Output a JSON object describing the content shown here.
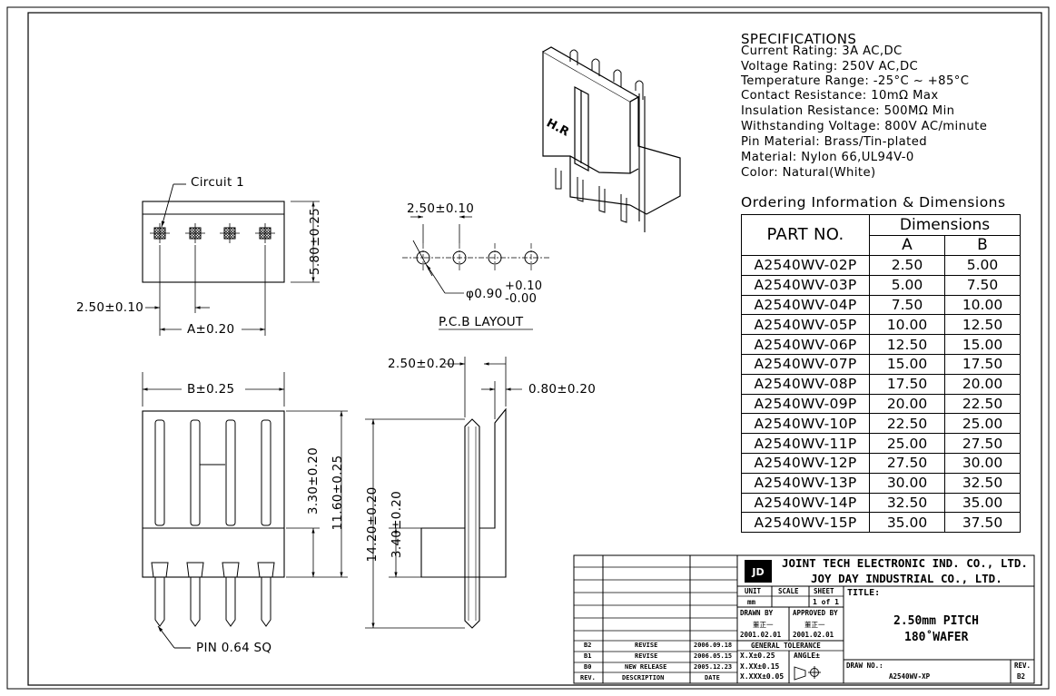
{
  "specifications": {
    "title": "SPECIFICATIONS",
    "lines": [
      "Current  Rating:  3A  AC,DC",
      "Voltage  Rating:  250V  AC,DC",
      "Temperature  Range:  -25°C  ~  +85°C",
      "Contact  Resistance:  10mΩ  Max",
      "Insulation  Resistance:  500MΩ  Min",
      "Withstanding  Voltage:  800V  AC/minute",
      "Pin  Material:  Brass/Tin-plated",
      "Material:  Nylon  66,UL94V-0",
      "Color:  Natural(White)"
    ]
  },
  "ordering": {
    "title": "Ordering  Information  &  Dimensions",
    "part_header": "PART  NO.",
    "dim_header": "Dimensions",
    "col_a": "A",
    "col_b": "B",
    "rows": [
      {
        "part": "A2540WV-02P",
        "a": "2.50",
        "b": "5.00"
      },
      {
        "part": "A2540WV-03P",
        "a": "5.00",
        "b": "7.50"
      },
      {
        "part": "A2540WV-04P",
        "a": "7.50",
        "b": "10.00"
      },
      {
        "part": "A2540WV-05P",
        "a": "10.00",
        "b": "12.50"
      },
      {
        "part": "A2540WV-06P",
        "a": "12.50",
        "b": "15.00"
      },
      {
        "part": "A2540WV-07P",
        "a": "15.00",
        "b": "17.50"
      },
      {
        "part": "A2540WV-08P",
        "a": "17.50",
        "b": "20.00"
      },
      {
        "part": "A2540WV-09P",
        "a": "20.00",
        "b": "22.50"
      },
      {
        "part": "A2540WV-10P",
        "a": "22.50",
        "b": "25.00"
      },
      {
        "part": "A2540WV-11P",
        "a": "25.00",
        "b": "27.50"
      },
      {
        "part": "A2540WV-12P",
        "a": "27.50",
        "b": "30.00"
      },
      {
        "part": "A2540WV-13P",
        "a": "30.00",
        "b": "32.50"
      },
      {
        "part": "A2540WV-14P",
        "a": "32.50",
        "b": "35.00"
      },
      {
        "part": "A2540WV-15P",
        "a": "35.00",
        "b": "37.50"
      }
    ]
  },
  "drawing": {
    "circuit_label": "Circuit  1",
    "top_height_dim": "5.80±0.25",
    "top_pitch_dim": "2.50±0.10",
    "top_a_dim": "A±0.20",
    "pcb_pitch_dim": "2.50±0.10",
    "pcb_hole_dim": "φ0.90",
    "pcb_hole_tol_plus": "+0.10",
    "pcb_hole_tol_minus": "-0.00",
    "pcb_layout_label": "P.C.B  LAYOUT",
    "front_b_dim": "B±0.25",
    "front_3_30": "3.30±0.20",
    "front_11_60": "11.60±0.25",
    "pin_label": "PIN  0.64  SQ",
    "side_2_50": "2.50±0.20",
    "side_0_80": "0.80±0.20",
    "side_14_20": "14.20±0.20",
    "side_3_40": "3.40±0.20",
    "iso_marking": "H.R"
  },
  "title_block": {
    "company_1": "JOINT  TECH  ELECTRONIC  IND.  CO.,  LTD.",
    "company_2": "JOY  DAY  INDUSTRIAL  CO.,  LTD.",
    "unit_label": "UNIT",
    "scale_label": "SCALE",
    "sheet_label": "SHEET",
    "unit_value": "mm",
    "sheet_value": "1 of 1",
    "drawn_by_label": "DRAWN BY",
    "approved_by_label": "APPROVED BY",
    "drawn_by_name": "董正一",
    "approved_by_name": "董正一",
    "drawn_date": "2001.02.01",
    "approved_date": "2001.02.01",
    "general_tolerance": "GENERAL  TOLERANCE",
    "tol_1": "X.X±0.25",
    "tol_2": "X.XX±0.15",
    "tol_3": "X.XXX±0.05",
    "angle_label": "ANGLE±",
    "title_label": "TITLE:",
    "title_line_1": "2.50mm  PITCH",
    "title_line_2": "180˚WAFER",
    "draw_no_label": "DRAW NO.:",
    "draw_no": "A2540WV-XP",
    "rev_label": "REV.",
    "rev_value": "B2",
    "revisions": [
      {
        "rev": "B2",
        "desc": "REVISE",
        "date": "2006.09.18"
      },
      {
        "rev": "B1",
        "desc": "REVISE",
        "date": "2006.05.15"
      },
      {
        "rev": "B0",
        "desc": "NEW RELEASE",
        "date": "2005.12.23"
      }
    ],
    "rev_col_label": "REV.",
    "desc_col_label": "DESCRIPTION",
    "date_col_label": "DATE"
  }
}
